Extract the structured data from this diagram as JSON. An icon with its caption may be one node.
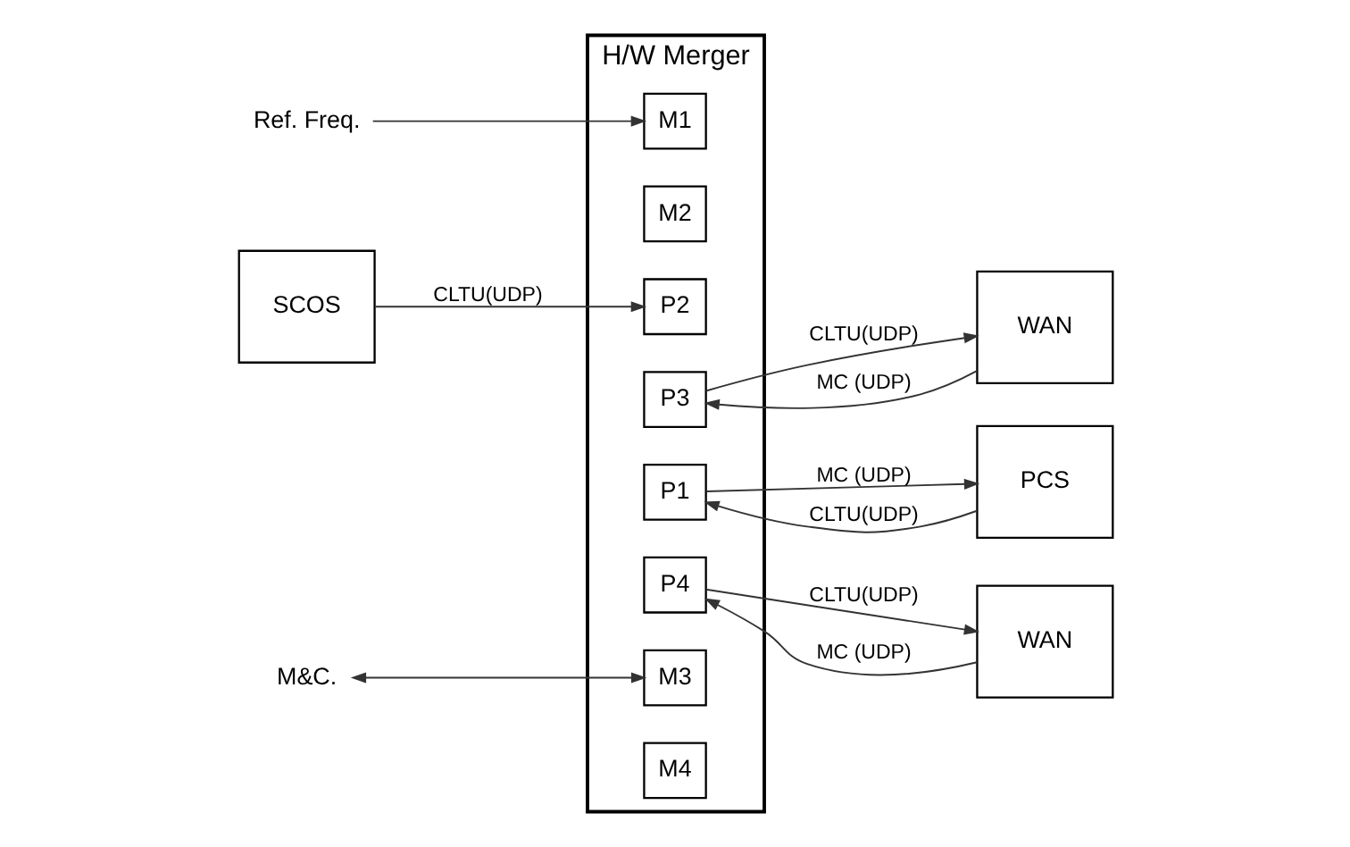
{
  "diagram": {
    "nodes": [
      {
        "text": [
          "Ref. Freq."
        ]
      },
      {
        "text": [
          "H/W Merger"
        ]
      },
      {
        "text": [
          "M1"
        ],
        "in": 1
      },
      {
        "text": [
          "M2"
        ],
        "in": 1
      },
      {
        "text": [
          "P2"
        ],
        "in": 1
      },
      {
        "text": [
          "P3"
        ],
        "in": 1
      },
      {
        "text": [
          "P1"
        ],
        "in": 1
      },
      {
        "text": [
          "P4"
        ],
        "in": 1
      },
      {
        "text": [
          "M3"
        ],
        "in": 1
      },
      {
        "text": [
          "M4"
        ],
        "in": 1
      },
      {
        "text": [
          "SCOS"
        ]
      },
      {
        "text": [
          "WAN"
        ]
      },
      {
        "text": [
          "PCS"
        ]
      },
      {
        "text": [
          "WAN"
        ]
      },
      {
        "text": [
          "M&C."
        ]
      }
    ],
    "edges": [
      {
        "from": 0,
        "to": 2,
        "arrow": "to"
      },
      {
        "from": 10,
        "to": 4,
        "arrow": "to",
        "label": "CLTU(UDP)"
      },
      {
        "from": 5,
        "to": 11,
        "arrow": "to",
        "label": "CLTU(UDP)"
      },
      {
        "from": 11,
        "to": 5,
        "arrow": "to",
        "label": "MC (UDP)"
      },
      {
        "from": 12,
        "to": 6,
        "arrow": "to",
        "label": "CLTU(UDP)"
      },
      {
        "from": 6,
        "to": 12,
        "arrow": "to",
        "label": "MC (UDP)"
      },
      {
        "from": 13,
        "to": 7,
        "arrow": "to",
        "label": "MC (UDP)"
      },
      {
        "from": 7,
        "to": 13,
        "arrow": "to",
        "label": "CLTU(UDP)"
      },
      {
        "from": 14,
        "to": 8,
        "arrow": "both"
      }
    ]
  }
}
